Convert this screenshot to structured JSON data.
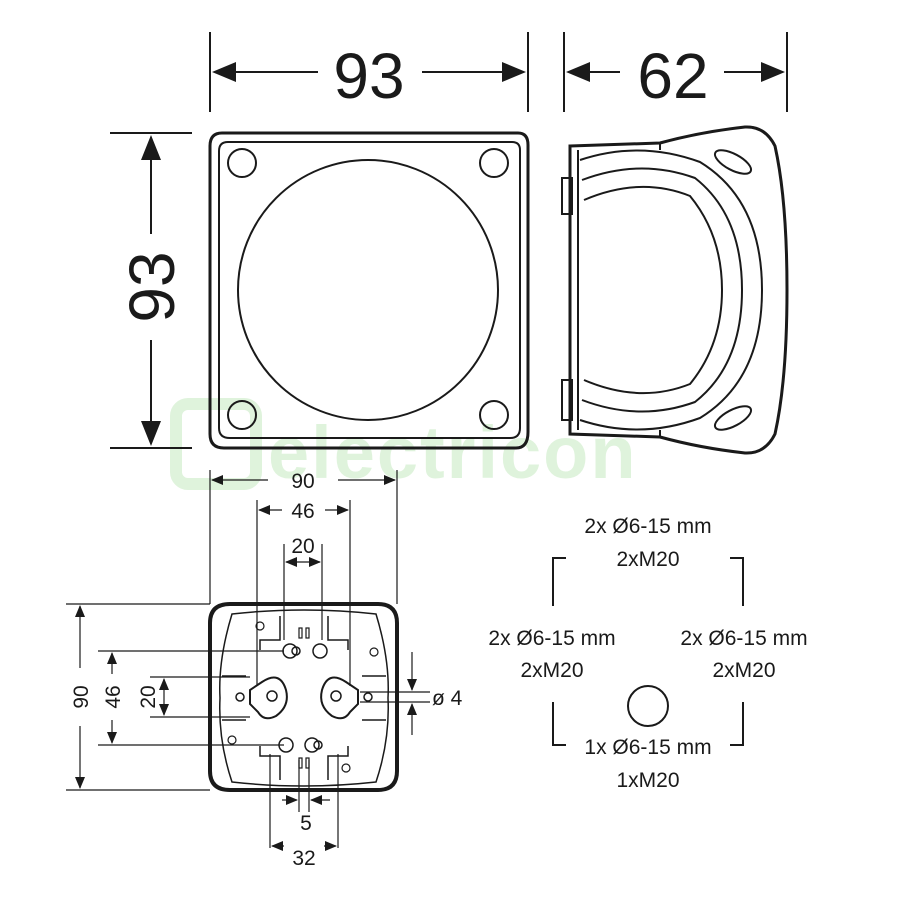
{
  "watermark": "electricon",
  "dimensions": {
    "front_width": "93",
    "side_depth": "62",
    "front_height": "93",
    "base_width": "90",
    "hole_span_46_top": "46",
    "hole_span_20_top": "20",
    "base_height": "90",
    "hole_span_46_left": "46",
    "hole_span_20_left": "20",
    "hole_diameter": "ø 4",
    "slot_width": "5",
    "slot_span": "32"
  },
  "entries": {
    "top": {
      "line1": "2x Ø6-15 mm",
      "line2": "2xM20"
    },
    "left": {
      "line1": "2x Ø6-15 mm",
      "line2": "2xM20"
    },
    "right": {
      "line1": "2x Ø6-15 mm",
      "line2": "2xM20"
    },
    "bottom": {
      "line1": "1x Ø6-15 mm",
      "line2": "1xM20"
    }
  }
}
